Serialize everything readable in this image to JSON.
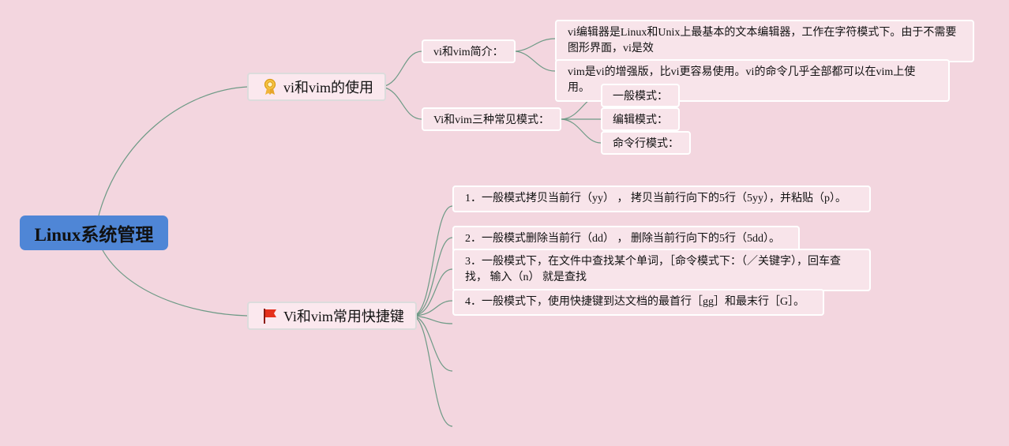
{
  "root": {
    "label": "Linux系统管理",
    "color": "#4f86d6"
  },
  "branches": [
    {
      "label": "vi和vim的使用",
      "icon": "award-ribbon-icon",
      "children": [
        {
          "label": "vi和vim简介：",
          "children": [
            "vi编辑器是Linux和Unix上最基本的文本编辑器，工作在字符模式下。由于不需要图形界面，vi是效",
            "vim是vi的增强版，比vi更容易使用。vi的命令几乎全部都可以在vim上使用。"
          ]
        },
        {
          "label": "Vi和vim三种常见模式：",
          "children": [
            "一般模式：",
            "编辑模式：",
            "命令行模式："
          ]
        }
      ]
    },
    {
      "label": "Vi和vim常用快捷键",
      "icon": "red-flag-icon",
      "children": [
        "1．一般模式拷贝当前行（yy） ， 拷贝当前行向下的5行（5yy），并粘贴（p）。",
        "2．一般模式删除当前行（dd） ， 删除当前行向下的5行（5dd）。",
        "3．一般模式下，在文件中查找某个单词，［命令模式下：（／关键字），回车查找， 输入（n） 就是查找",
        "4．一般模式下，使用快捷键到达文档的最首行［gg］和最末行［G］。"
      ]
    }
  ]
}
